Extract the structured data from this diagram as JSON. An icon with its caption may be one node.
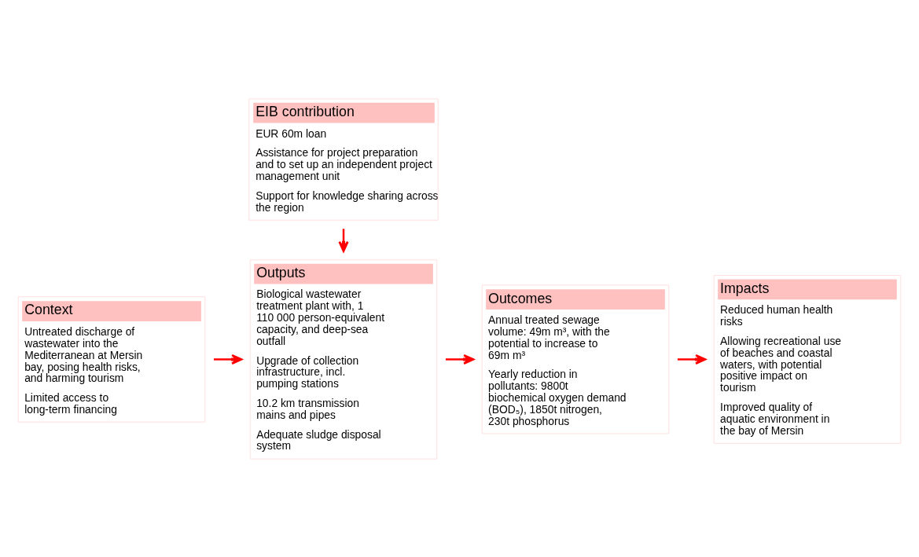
{
  "diagram": {
    "nodes": [
      {
        "text": [
          "EIB contribution",
          "EUR 60m loan",
          "Assistance for project preparation and to set up an independent project management unit",
          "Support for knowledge sharing across the region"
        ]
      },
      {
        "text": [
          "Context",
          "Untreated discharge of wastewater into the Mediterranean at Mersin bay, posing health risks, and harming tourism",
          "Limited access to long-term financing"
        ]
      },
      {
        "text": [
          "Outputs",
          "Biological wastewater treatment plant with, 1 110 000 person-equivalent capacity, and deep-sea outfall",
          "Upgrade of collection infrastructure, incl. pumping stations",
          "10.2 km transmission mains and pipes",
          "Adequate sludge disposal system"
        ]
      },
      {
        "text": [
          "Outcomes",
          "Annual treated sewage volume: 49m m³, with the potential to increase to 69m m³",
          "Yearly reduction in pollutants: 9800t biochemical oxygen demand (BOD₅), 1850t nitrogen, 230t phosphorus"
        ]
      },
      {
        "text": [
          "Impacts",
          "Reduced human health risks",
          "Allowing recreational use of beaches and coastal waters, with potential positive impact on tourism",
          "Improved quality of aquatic environment in the bay of Mersin"
        ]
      }
    ],
    "edges": [
      {
        "from": 0,
        "to": 2,
        "arrow": "to"
      },
      {
        "from": 1,
        "to": 2,
        "arrow": "to"
      },
      {
        "from": 2,
        "to": 3,
        "arrow": "to"
      },
      {
        "from": 3,
        "to": 4,
        "arrow": "to"
      }
    ]
  }
}
